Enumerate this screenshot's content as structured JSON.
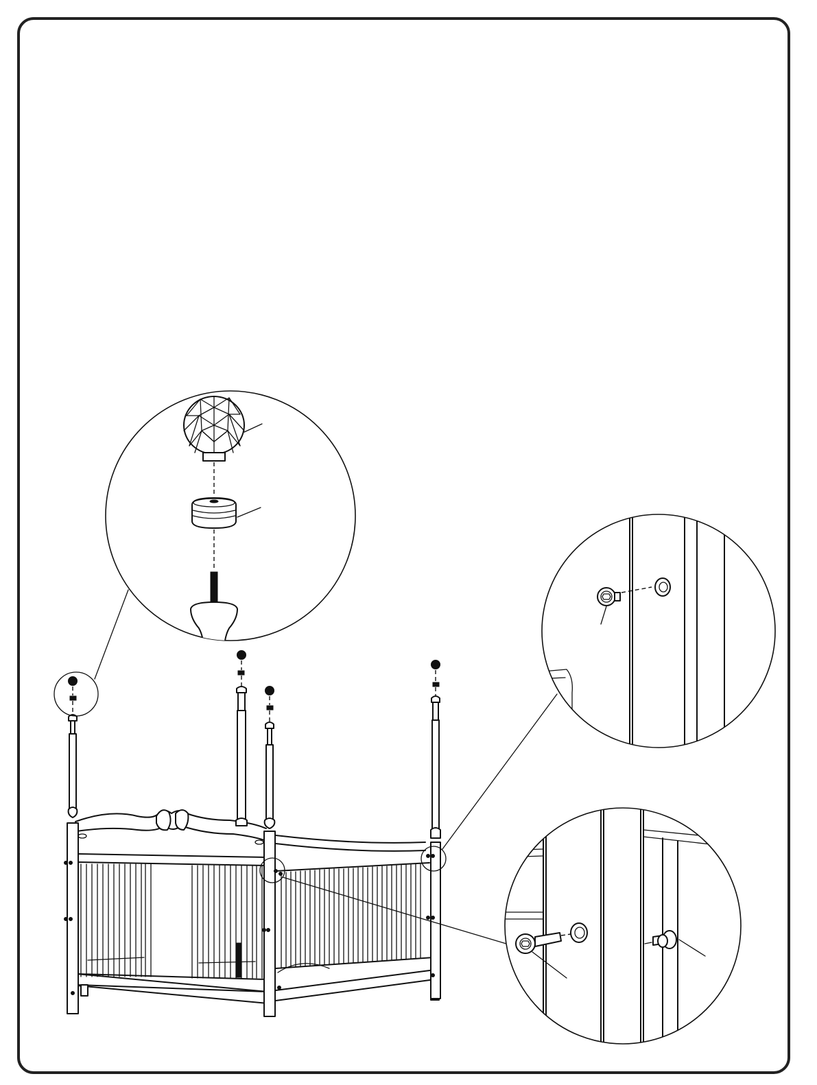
{
  "figure": {
    "kind": "assembly-instruction-diagram",
    "colors": {
      "line": "#111111",
      "background": "#ffffff",
      "frame": "#222222"
    },
    "subject": "crib-assembly",
    "detail_callouts": [
      "finial-detail",
      "bolt-detail-upper",
      "bolt-detail-lower"
    ],
    "posts": 4,
    "finials": 4,
    "printed_text": []
  }
}
